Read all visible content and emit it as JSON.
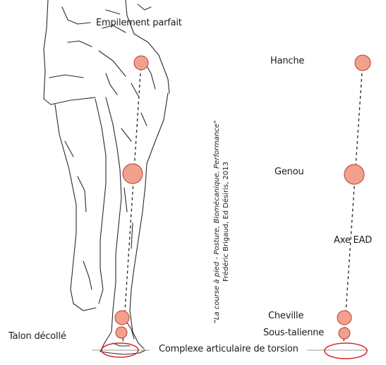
{
  "title": "Empilement parfait",
  "citation": {
    "line1": "\"La course à pied - Posture, Biomécanique, Performance\"",
    "line2": "Frédéric Brigaud, Ed Désiris, 2013"
  },
  "labels": {
    "hanche": "Hanche",
    "genou": "Genou",
    "axe": "Axe EAD",
    "cheville": "Cheville",
    "sous_talienne": "Sous-talienne",
    "complexe": "Complexe articulaire de torsion",
    "talon": "Talon décollé"
  },
  "colors": {
    "joint_fill": "#f2a08e",
    "joint_stroke": "#c0392b",
    "ellipse_stroke": "#d62828",
    "ground_line": "#9a9a9a",
    "axis_line": "#222222"
  }
}
